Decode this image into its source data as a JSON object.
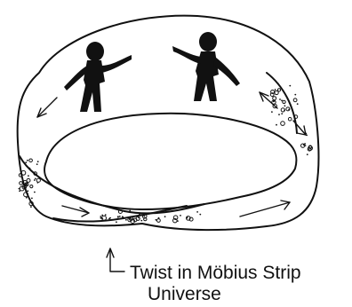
{
  "caption": {
    "line1": "Twist in Möbius Strip",
    "line2": "Universe"
  },
  "figures": {
    "left": "person-silhouette",
    "right": "person-silhouette"
  }
}
